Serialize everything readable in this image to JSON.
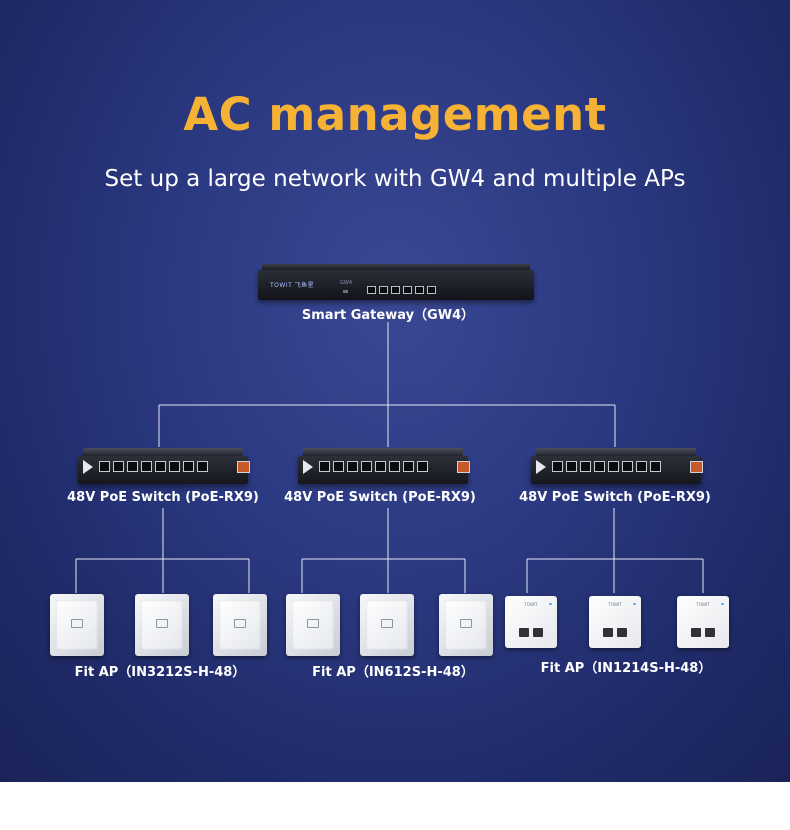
{
  "title": "AC management",
  "subtitle": "Set up a large network with GW4 and multiple APs",
  "colors": {
    "title": "#f6b234",
    "background_center": "#3a4894",
    "background_edge": "#1a2459",
    "lines": "#e6e8f0",
    "text": "#ffffff"
  },
  "gateway": {
    "label": "Smart Gateway（GW4）",
    "brand": "TOWIT 飞鱼星",
    "model": "GW4"
  },
  "switches": [
    {
      "label": "48V PoE Switch (PoE-RX9)"
    },
    {
      "label": "48V PoE Switch (PoE-RX9)"
    },
    {
      "label": "48V PoE Switch (PoE-RX9)"
    }
  ],
  "ap_groups": [
    {
      "label": "Fit AP（IN3212S-H-48）",
      "device": "ceiling-ap",
      "count": 3
    },
    {
      "label": "Fit AP（IN612S-H-48）",
      "device": "ceiling-ap",
      "count": 3
    },
    {
      "label": "Fit AP（IN1214S-H-48）",
      "device": "wall-panel-ap",
      "count": 3
    }
  ],
  "panel_brand": "TOWIT"
}
